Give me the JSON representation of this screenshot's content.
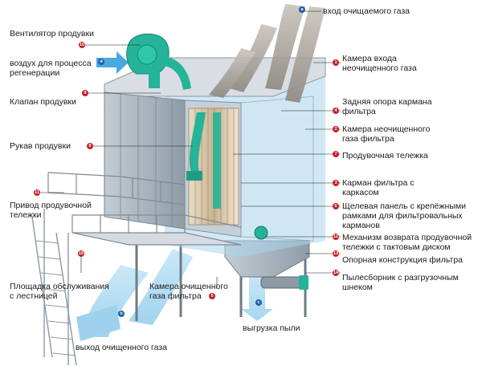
{
  "labels": {
    "inlet_gas": "вход очищаемого газа",
    "blower": "Вентилятор продувки",
    "regen_air": "воздух для процесса\nрегенерации",
    "valve": "Клапан продувки",
    "sleeve": "Рукав продувки",
    "drive": "Привод продувочной\nтележки",
    "platform": "Площадка обслуживания\nс лестницей",
    "outlet_gas": "выход очищенного газа",
    "clean_chamber": "Камера очищенного\nгаза фильтра",
    "dust": "выгрузка пыли",
    "inlet_chamber": "Камера входа\nнеочищенного газа",
    "rear_support": "Задняя опора кармана\nфильтра",
    "dirty_chamber": "Камера неочищенного\nгаза фильтра",
    "cart": "Продувочная тележка",
    "pocket": "Карман фильтра с\nкаркасом",
    "slot_panel": "Щелевая панель с крепёжными\nрамками для фильтровальных\nкарманов",
    "return_mech": "Механизм возврата продувочной\nтележки с тактовым диском",
    "support_frame": "Опорная конструкция фильтра",
    "dust_screw": "Пылесборник с разгрузочным\nшнеком"
  },
  "markers": {
    "a": "a",
    "d": "d",
    "b": "b",
    "c": "c",
    "n1": "1",
    "n2": "2",
    "n3": "3",
    "n4": "4",
    "n5": "5",
    "n6": "6",
    "n7": "7",
    "n8": "8",
    "n9": "9",
    "n10": "10",
    "n11": "11",
    "n12": "12",
    "n13": "13",
    "n14": "14",
    "n15": "15"
  },
  "colors": {
    "gas_flow": "#9fd3ee",
    "inlet_flow": "#b9b2a8",
    "marker": "#c8202a",
    "marker_alt": "#1f5fa8",
    "blower": "#25b39a",
    "steel": "#9aa7b2"
  }
}
